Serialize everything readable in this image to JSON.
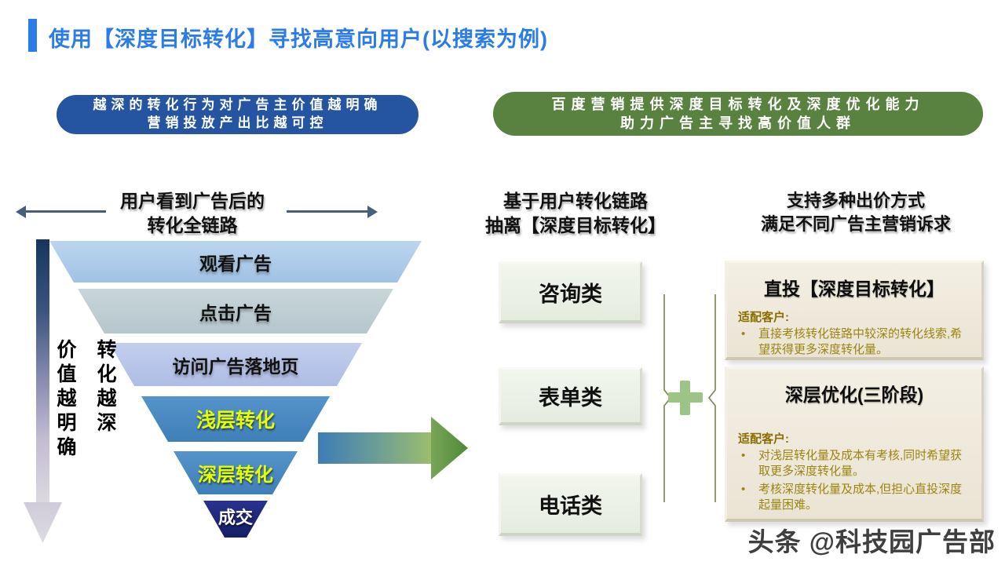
{
  "title": "使用【深度目标转化】寻找高意向用户(以搜索为例)",
  "banners": {
    "left": {
      "line1": "越深的转化行为对广告主价值越明确",
      "line2": "营销投放产出比越可控"
    },
    "right": {
      "line1": "百度营销提供深度目标转化及深度优化能力",
      "line2": "助力广告主寻找高价值人群"
    }
  },
  "funnel": {
    "header_line1": "用户看到广告后的",
    "header_line2": "转化全链路",
    "side_label_top": "转化越深",
    "side_label_bottom": "价值越明确",
    "layers": [
      "观看广告",
      "点击广告",
      "访问广告落地页",
      "浅层转化",
      "深层转化",
      "成交"
    ]
  },
  "middle": {
    "header_line1": "基于用户转化链路",
    "header_line2": "抽离【深度目标转化】",
    "items": [
      "咨询类",
      "表单类",
      "电话类"
    ]
  },
  "right": {
    "header_line1": "支持多种出价方式",
    "header_line2": "满足不同广告主营销诉求",
    "cards": [
      {
        "title": "直投【深度目标转化】",
        "subtitle": "适配客户:",
        "bullets": [
          "直接考核转化链路中较深的转化线索,希望获得更多深度转化量。"
        ]
      },
      {
        "title": "深层优化(三阶段)",
        "subtitle": "适配客户:",
        "bullets": [
          "对浅层转化量及成本有考核,同时希望获取更多深度转化量。",
          "考核深度转化量及成本,但担心直投深度起量困难。"
        ]
      }
    ]
  },
  "bullet_glyph": "•",
  "watermark": "头条 @科技园广告部",
  "colors": {
    "title_blue": "#2B7CE9",
    "banner_blue": "#2554A0",
    "banner_green": "#598240",
    "funnel_layer1": "#A9C9E8",
    "funnel_layer2": "#BECDD2",
    "funnel_layer3": "#B9C5E9",
    "funnel_layer_deep": "#4889C2",
    "funnel_layer_final": "#1B2478",
    "highlight_yellow": "#E6FF00",
    "card_cream": "#EDE8DA",
    "card_green": "#E9EFE3",
    "gold_text": "#9C8412",
    "plus_green": "#9CC487",
    "arrow_slate": "#44607D"
  }
}
